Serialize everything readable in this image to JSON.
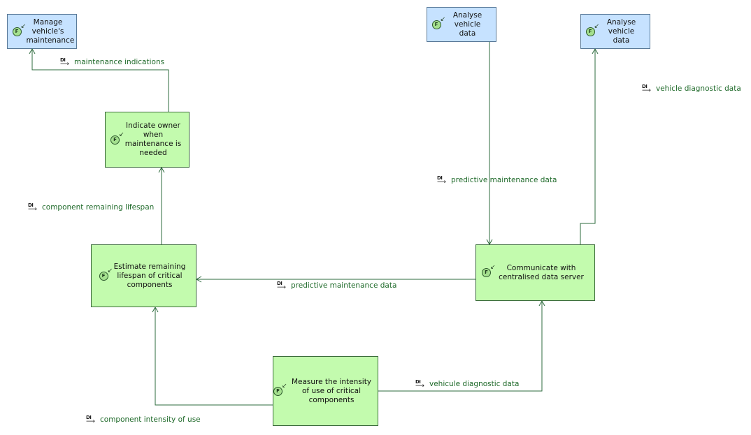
{
  "functions": {
    "manage_maintenance": "Manage vehicle's maintenance",
    "analyse_vehicle_data_1": "Analyse vehicle data",
    "analyse_vehicle_data_2": "Analyse vehicle data",
    "indicate_owner": "Indicate owner when maintenance is needed",
    "estimate_lifespan": "Estimate remaining lifespan of critical components",
    "communicate_server": "Communicate with centralised data server",
    "measure_intensity": "Measure the intensity of use of critical components",
    "function_badge": "F"
  },
  "exchanges": {
    "maintenance_indications": "maintenance indications",
    "vehicle_diagnostic_data": "vehicle diagnostic data",
    "predictive_maintenance_data_1": "predictive maintenance data",
    "component_remaining_lifespan": "component remaining lifespan",
    "predictive_maintenance_data_2": "predictive maintenance data",
    "vehicule_diagnostic_data": "vehicule diagnostic data",
    "component_intensity_of_use": "component intensity of use",
    "exchange_badge": "DI"
  },
  "colors": {
    "external_function": "#c6e2ff",
    "system_function": "#c3fbae",
    "edge": "#2e6b3e",
    "exchange_text": "#1f6a2a"
  }
}
